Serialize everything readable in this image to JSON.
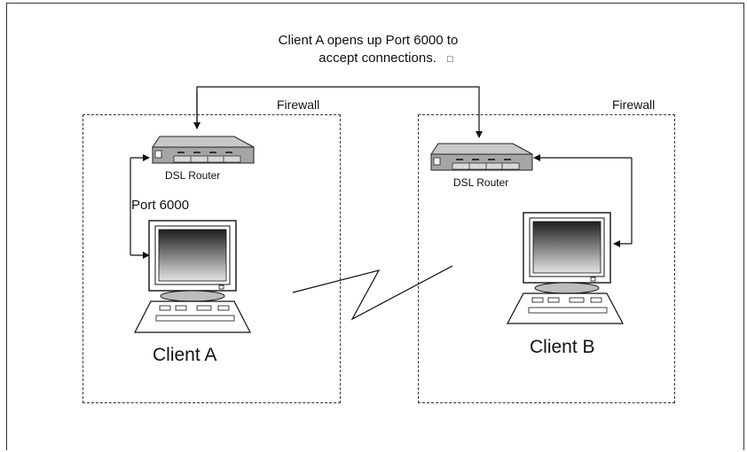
{
  "caption": {
    "line1": "Client A opens up Port 6000 to",
    "line2": "accept connections.",
    "glyph": "□"
  },
  "firewalls": {
    "left_label": "Firewall",
    "right_label": "Firewall"
  },
  "routers": {
    "a_label": "DSL Router",
    "b_label": "DSL Router"
  },
  "port_label": "Port 6000",
  "clients": {
    "a_label": "Client A",
    "b_label": "Client B"
  },
  "colors": {
    "line": "#111111",
    "router_body": "#9b9b9b",
    "router_top": "#c8c8c8",
    "screen_dark": "#2a2a2a",
    "screen_light": "#d8d8d8"
  },
  "icons": [
    "dsl-router-icon",
    "desktop-computer-icon",
    "keyboard-icon",
    "lightning-link-icon",
    "arrowhead-icon"
  ]
}
